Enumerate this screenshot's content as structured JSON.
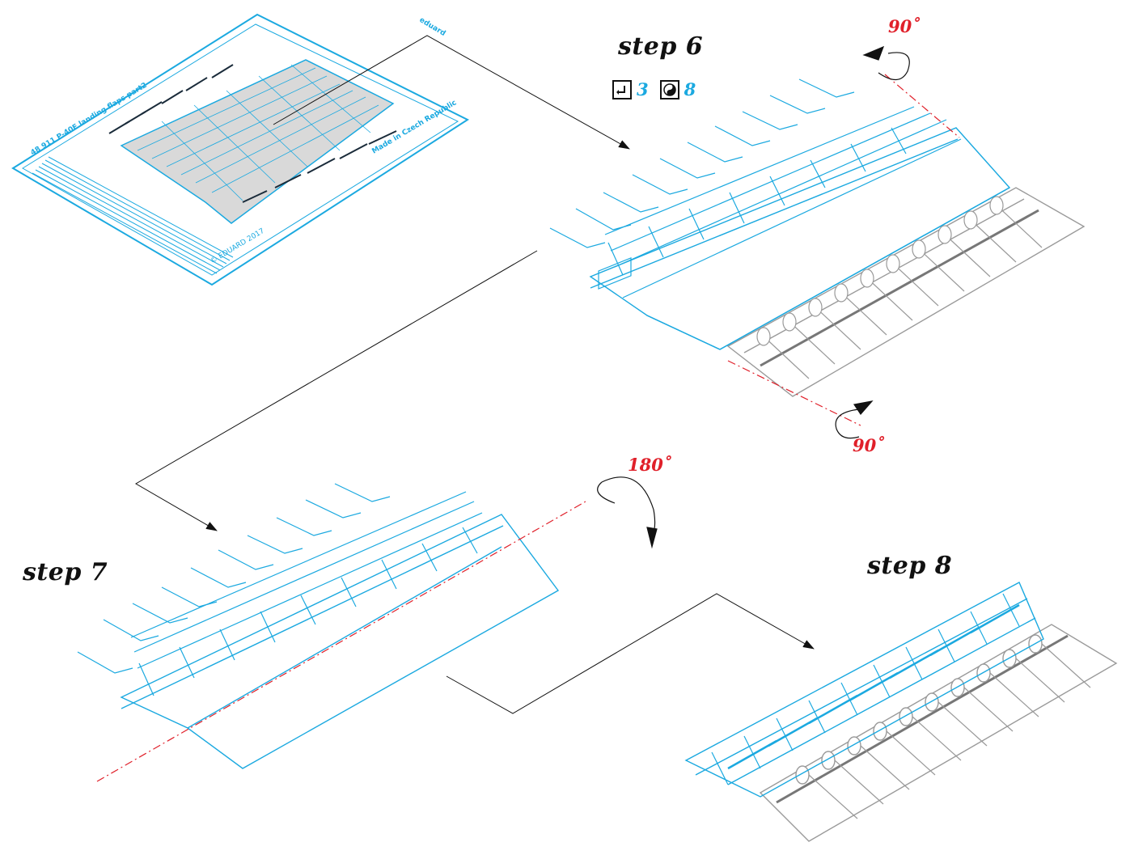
{
  "steps": {
    "step6": "step 6",
    "step7": "step 7",
    "step8": "step 8"
  },
  "angles": {
    "top_right": "90˚",
    "bottom_right": "90˚",
    "step7_flip": "180˚"
  },
  "legend": {
    "fold_count": "3",
    "glue_count": "8"
  },
  "sheet": {
    "title": "48 911 P-40F landing flaps part2",
    "brand": "eduard",
    "copyright": "© EDUARD 2017",
    "origin": "Made in Czech Republic"
  },
  "colors": {
    "photo_etch": "#1ba9e0",
    "plastic": "#9a9a9a",
    "axis": "#e0202a",
    "arrow": "#111111"
  }
}
